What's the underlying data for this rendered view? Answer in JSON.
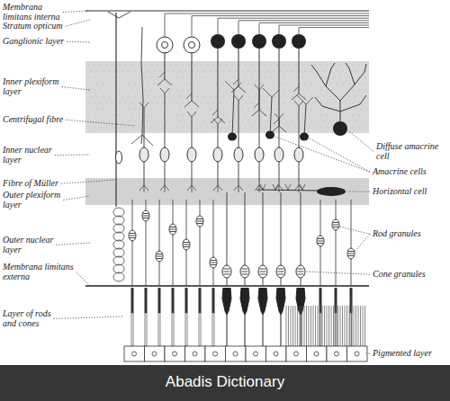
{
  "diagram": {
    "labels": [
      "Membrana limitans interna",
      "Stratum opticum",
      "Ganglionic layer",
      "Inner plexiform layer",
      "Centrifugal fibre",
      "Inner nuclear layer",
      "Fibre of Müller",
      "Outer plexiform layer",
      "Outer nuclear layer",
      "Membrana limitans externa",
      "Layer of rods and cones",
      "Diffuse amacrine cell",
      "Amacrine cells",
      "Horizontal cell",
      "Rod granules",
      "Cone granules",
      "Pigmented layer",
      "Abadis Dictionary"
    ]
  }
}
